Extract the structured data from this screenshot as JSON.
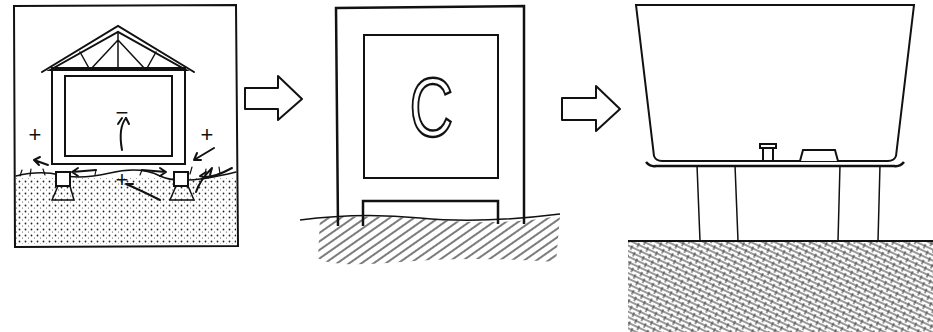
{
  "diagram": {
    "nodes": [
      {
        "text": [
          "C"
        ]
      }
    ],
    "labels": [
      "−",
      "+",
      "+",
      "+"
    ]
  }
}
